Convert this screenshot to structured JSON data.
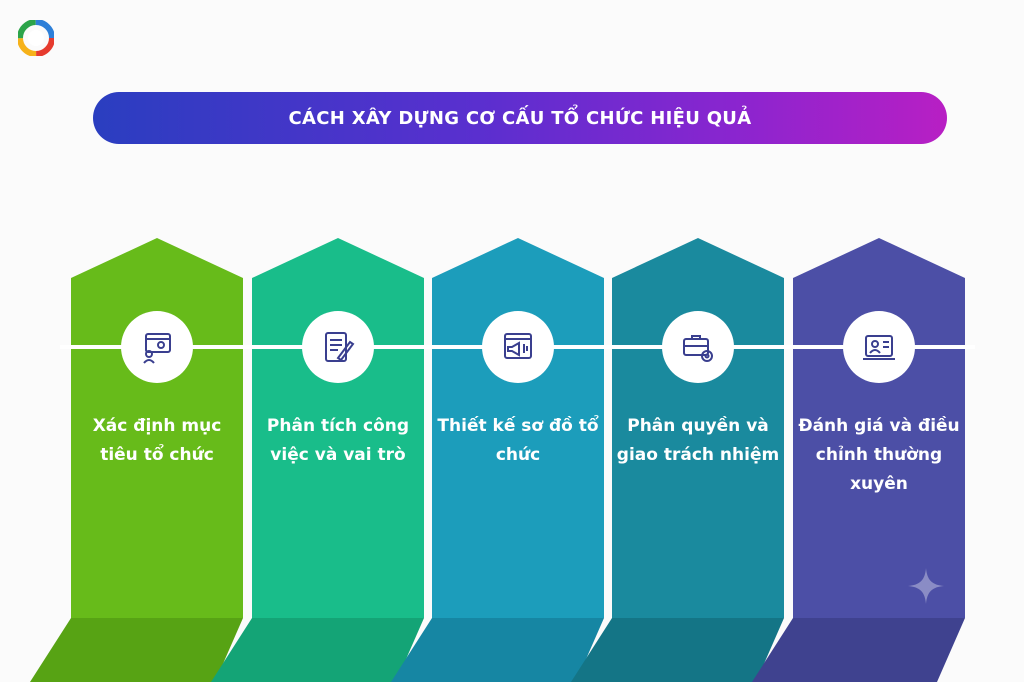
{
  "title": "CÁCH XÂY DỰNG CƠ CẤU TỔ CHỨC HIỆU QUẢ",
  "logo": {
    "icon": "brand-swirl-logo-icon"
  },
  "steps": [
    {
      "label": "Xác định mục tiêu tổ chức",
      "icon": "settings-user-icon",
      "color": "#67bb1a"
    },
    {
      "label": "Phân tích công việc và vai trò",
      "icon": "document-pen-icon",
      "color": "#19bd8a"
    },
    {
      "label": "Thiết kế sơ đồ tổ chức",
      "icon": "megaphone-window-icon",
      "color": "#1c9dbb"
    },
    {
      "label": "Phân quyền và giao trách nhiệm",
      "icon": "briefcase-gear-icon",
      "color": "#1a8a9e"
    },
    {
      "label": "Đánh giá và điều chỉnh thường xuyên",
      "icon": "monitor-profile-icon",
      "color": "#4c4fa6"
    }
  ],
  "decoration": {
    "icon": "sparkle-icon"
  }
}
